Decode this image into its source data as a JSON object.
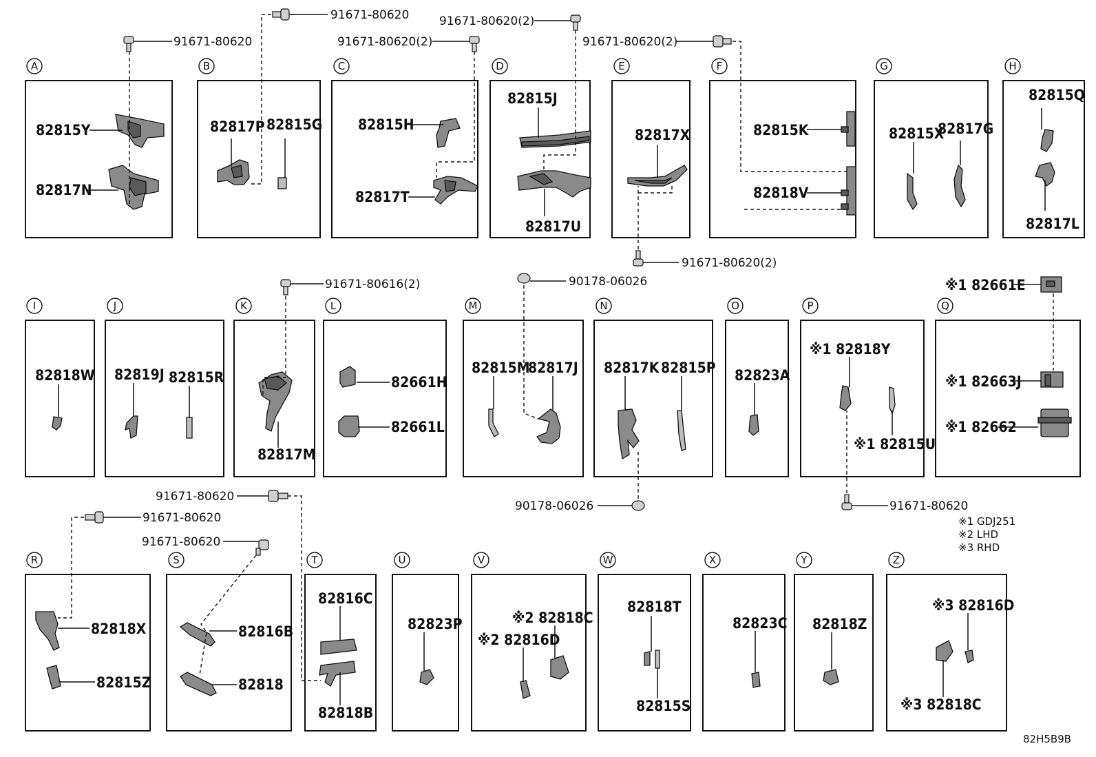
{
  "panels": [
    {
      "letter": "A",
      "labels": [
        "82815Y",
        "82817N"
      ]
    },
    {
      "letter": "B",
      "labels": [
        "82817P",
        "82815G"
      ]
    },
    {
      "letter": "C",
      "labels": [
        "82815H",
        "82817T"
      ]
    },
    {
      "letter": "D",
      "labels": [
        "82815J",
        "82817U"
      ]
    },
    {
      "letter": "E",
      "labels": [
        "82817X"
      ]
    },
    {
      "letter": "F",
      "labels": [
        "82815K",
        "82818V"
      ]
    },
    {
      "letter": "G",
      "labels": [
        "82815X",
        "82817G"
      ]
    },
    {
      "letter": "H",
      "labels": [
        "82815Q",
        "82817L"
      ]
    },
    {
      "letter": "I",
      "labels": [
        "82818W"
      ]
    },
    {
      "letter": "J",
      "labels": [
        "82819J",
        "82815R"
      ]
    },
    {
      "letter": "K",
      "labels": [
        "82817M"
      ]
    },
    {
      "letter": "L",
      "labels": [
        "82661H",
        "82661L"
      ]
    },
    {
      "letter": "M",
      "labels": [
        "82815M",
        "82817J"
      ]
    },
    {
      "letter": "N",
      "labels": [
        "82817K",
        "82815P"
      ]
    },
    {
      "letter": "O",
      "labels": [
        "82823A"
      ]
    },
    {
      "letter": "P",
      "labels": [
        "※1 82818Y",
        "※1 82815U"
      ]
    },
    {
      "letter": "Q",
      "labels": [
        "※1 82661E",
        "※1 82663J",
        "※1 82662"
      ]
    },
    {
      "letter": "R",
      "labels": [
        "82818X",
        "82815Z"
      ]
    },
    {
      "letter": "S",
      "labels": [
        "82816B",
        "82818"
      ]
    },
    {
      "letter": "T",
      "labels": [
        "82816C",
        "82818B"
      ]
    },
    {
      "letter": "U",
      "labels": [
        "82823P"
      ]
    },
    {
      "letter": "V",
      "labels": [
        "※2 82818C",
        "※2 82816D"
      ]
    },
    {
      "letter": "W",
      "labels": [
        "82818T",
        "82815S"
      ]
    },
    {
      "letter": "X",
      "labels": [
        "82823C"
      ]
    },
    {
      "letter": "Y",
      "labels": [
        "82818Z"
      ]
    },
    {
      "letter": "Z",
      "labels": [
        "※3 82816D",
        "※3 82818C"
      ]
    }
  ],
  "fasteners": [
    {
      "id": "A",
      "text": "91671-80620"
    },
    {
      "id": "B",
      "text": "91671-80620"
    },
    {
      "id": "C",
      "text": "91671-80620(2)"
    },
    {
      "id": "D",
      "text": "91671-80620(2)"
    },
    {
      "id": "F",
      "text": "91671-80620(2)"
    },
    {
      "id": "E",
      "text": "91671-80620(2)"
    },
    {
      "id": "K",
      "text": "91671-80616(2)"
    },
    {
      "id": "M",
      "text": "90178-06026"
    },
    {
      "id": "N",
      "text": "90178-06026"
    },
    {
      "id": "P",
      "text": "91671-80620"
    },
    {
      "id": "T",
      "text": "91671-80620"
    },
    {
      "id": "R",
      "text": "91671-80620"
    },
    {
      "id": "S",
      "text": "91671-80620"
    }
  ],
  "legend": [
    "※1 GDJ251",
    "※2 LHD",
    "※3 RHD"
  ],
  "diagram_code": "82H5B9B"
}
